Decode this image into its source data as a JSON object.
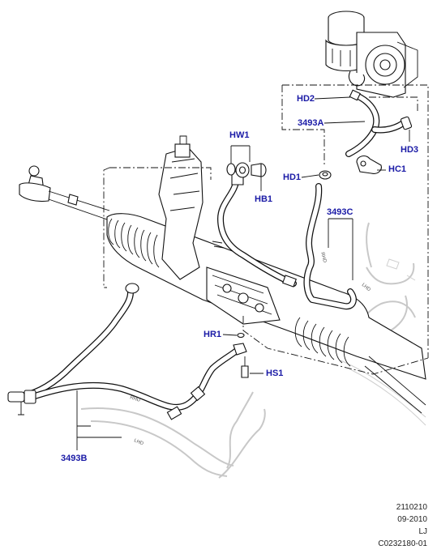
{
  "callouts": {
    "hw1": "HW1",
    "hd2": "HD2",
    "c3493a": "3493A",
    "hd3": "HD3",
    "hd1": "HD1",
    "hc1": "HC1",
    "hb1": "HB1",
    "c3493c": "3493C",
    "hr1": "HR1",
    "hs1": "HS1",
    "c3493b": "3493B"
  },
  "hose_marks": {
    "rhd_upper": "RHD",
    "lhd_upper": "LHD",
    "rhd_lower": "RHD",
    "lhd_lower": "LHD"
  },
  "meta": {
    "line1": "2110210",
    "line2": "09-2010",
    "line3": "LJ",
    "line4": "C0232180-01"
  }
}
